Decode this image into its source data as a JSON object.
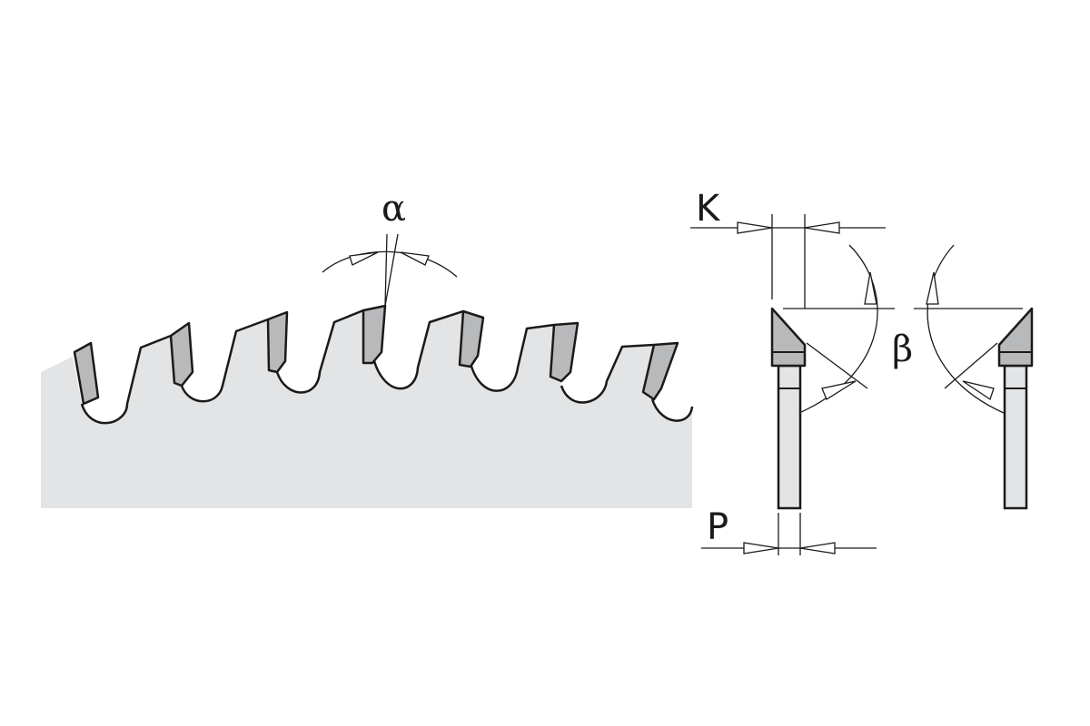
{
  "labels": {
    "alpha": "α",
    "beta": "β",
    "k": "K",
    "p": "P"
  },
  "colors": {
    "blade_fill": "#e3e4e5",
    "tip_fill": "#b8b9ba",
    "shank_fill": "#e3e4e5",
    "line": "#1a1a1a",
    "background": "#ffffff"
  },
  "icons": {
    "dimension_arrow": "open-triangle-arrow"
  }
}
